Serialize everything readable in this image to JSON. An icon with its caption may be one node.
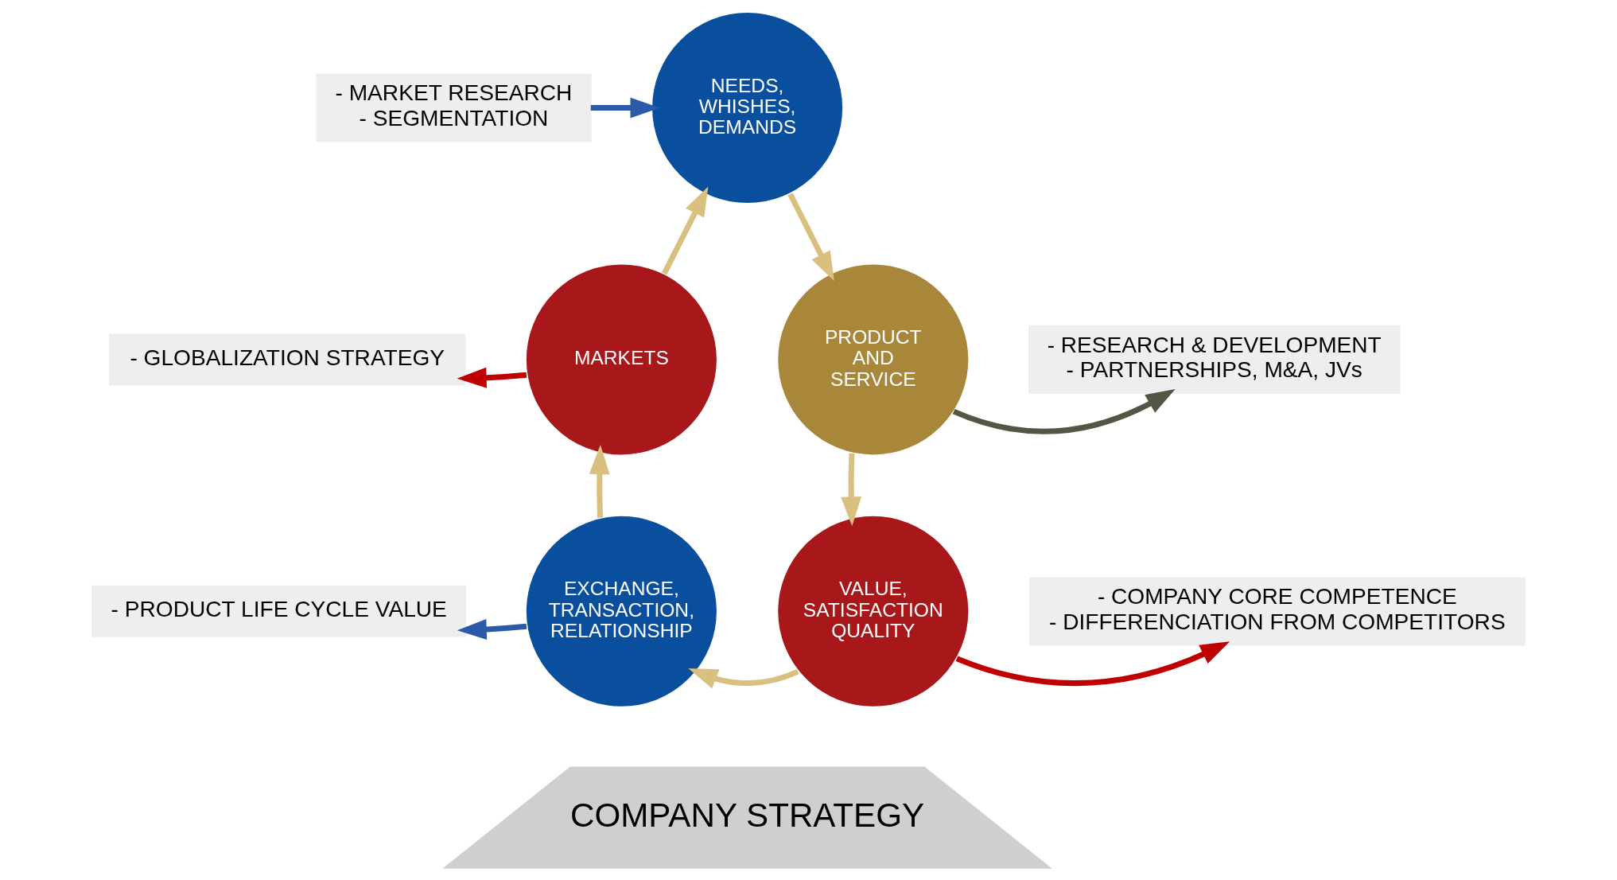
{
  "diagram": {
    "nodes": [
      {
        "text": [
          "NEEDS, WHISHES, DEMANDS"
        ]
      },
      {
        "text": [
          "- MARKET RESEARCH",
          "- SEGMENTATION"
        ]
      },
      {
        "text": [
          "PRODUCT AND SERVICE"
        ]
      },
      {
        "text": [
          "- RESEARCH & DEVELOPMENT",
          "- PARTNERSHIPS, M&A, JVs"
        ]
      },
      {
        "text": [
          "VALUE, SATISFACTION QUALITY"
        ]
      },
      {
        "text": [
          "- COMPANY CORE COMPETENCE",
          "- DIFFERENCIATION FROM COMPETITORS"
        ]
      },
      {
        "text": [
          "EXCHANGE, TRANSACTION, RELATIONSHIP"
        ]
      },
      {
        "text": [
          "- PRODUCT LIFE CYCLE VALUE"
        ]
      },
      {
        "text": [
          "MARKETS"
        ]
      },
      {
        "text": [
          "- GLOBALIZATION STRATEGY"
        ]
      },
      {
        "text": [
          "COMPANY STRATEGY"
        ]
      }
    ],
    "edges": [
      {
        "from": 1,
        "to": 0,
        "arrow": "to",
        "color": "#2a5aa8"
      },
      {
        "from": 0,
        "to": 2,
        "arrow": "to"
      },
      {
        "from": 2,
        "to": 3,
        "arrow": "to",
        "color": "#555544"
      },
      {
        "from": 2,
        "to": 4,
        "arrow": "to"
      },
      {
        "from": 4,
        "to": 5,
        "arrow": "to",
        "color": "#c00000"
      },
      {
        "from": 4,
        "to": 6,
        "arrow": "to"
      },
      {
        "from": 6,
        "to": 7,
        "arrow": "to",
        "color": "#2a5aa8"
      },
      {
        "from": 6,
        "to": 8,
        "arrow": "to"
      },
      {
        "from": 8,
        "to": 9,
        "arrow": "to",
        "color": "#c00000"
      },
      {
        "from": 8,
        "to": 0,
        "arrow": "to"
      }
    ]
  }
}
